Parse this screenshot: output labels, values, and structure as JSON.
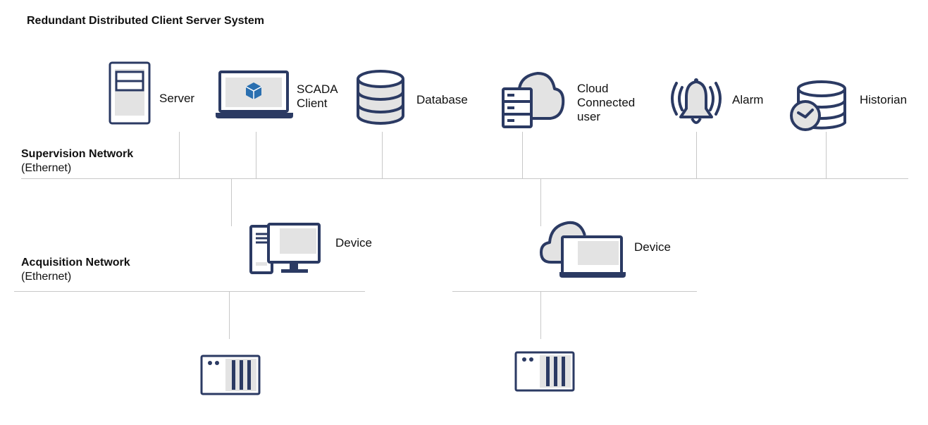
{
  "diagram": {
    "title": "Redundant Distributed Client Server System",
    "colors": {
      "icon_stroke": "#2b3a63",
      "icon_fill": "#e3e3e3",
      "accent": "#2a6fb0",
      "line": "#c8c8c8"
    },
    "supervision_network": {
      "title": "Supervision Network",
      "subtitle": "(Ethernet)"
    },
    "acquisition_network": {
      "title": "Acquisition Network",
      "subtitle": "(Ethernet)"
    },
    "nodes": {
      "server": {
        "label": "Server",
        "icon": "server-tower-icon"
      },
      "scada_client": {
        "label_line1": "SCADA",
        "label_line2": "Client",
        "icon": "laptop-icon"
      },
      "database": {
        "label": "Database",
        "icon": "database-icon"
      },
      "cloud_user": {
        "label_line1": "Cloud",
        "label_line2": "Connected",
        "label_line3": "user",
        "icon": "cloud-server-icon"
      },
      "alarm": {
        "label": "Alarm",
        "icon": "alarm-bell-icon"
      },
      "historian": {
        "label": "Historian",
        "icon": "historian-database-clock-icon"
      },
      "device_left": {
        "label": "Device",
        "icon": "desktop-computer-icon"
      },
      "device_right": {
        "label": "Device",
        "icon": "cloud-laptop-icon"
      },
      "io_left": {
        "icon": "io-module-icon"
      },
      "io_right": {
        "icon": "io-module-icon"
      }
    }
  }
}
